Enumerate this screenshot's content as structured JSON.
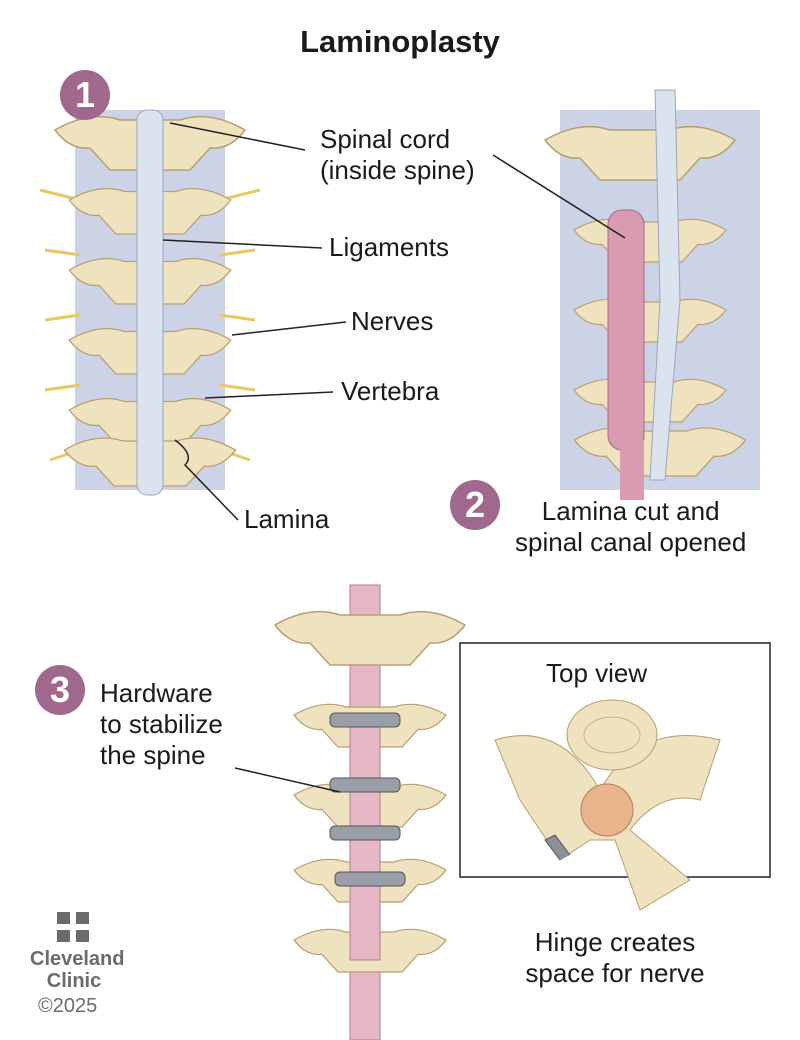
{
  "title": "Laminoplasty",
  "steps": [
    {
      "number": "1",
      "labels": {
        "spinal_cord": [
          "Spinal cord",
          "(inside spine)"
        ],
        "ligaments": "Ligaments",
        "nerves": "Nerves",
        "vertebra": "Vertebra",
        "lamina": "Lamina"
      }
    },
    {
      "number": "2",
      "caption": [
        "Lamina cut and",
        "spinal canal opened"
      ]
    },
    {
      "number": "3",
      "caption": [
        "Hardware",
        "to stabilize",
        "the spine"
      ],
      "inset_title": "Top view",
      "inset_caption": [
        "Hinge creates",
        "space for nerve"
      ]
    }
  ],
  "logo": {
    "name": [
      "Cleveland",
      "Clinic"
    ],
    "copyright": "©2025"
  },
  "colors": {
    "badge": "#a0688c",
    "bone": "#efe3bf",
    "cord": "#dbe3ee",
    "dura": "#d99bb1",
    "logo": "#6b6b6b"
  }
}
